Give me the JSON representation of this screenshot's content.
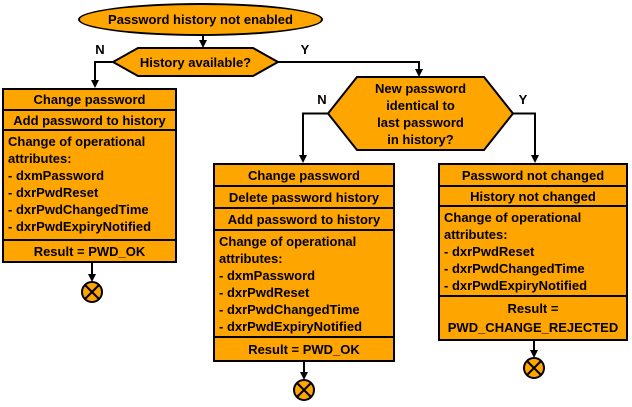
{
  "colors": {
    "shape_fill": "#FFA500",
    "line": "#000000",
    "text": "#000000",
    "background": "#FFFFFF"
  },
  "start_node": {
    "label": "Password history not enabled"
  },
  "decision1": {
    "label": "History available?",
    "no": "N",
    "yes": "Y"
  },
  "decision2": {
    "lines": [
      "New password",
      "identical to",
      "last password",
      "in history?"
    ],
    "no": "N",
    "yes": "Y"
  },
  "box_left": {
    "row1": "Change password",
    "row2": "Add password to history",
    "attr_title": "Change of operational attributes:",
    "attr_items": [
      "- dxmPassword",
      "- dxrPwdReset",
      "- dxrPwdChangedTime",
      "- dxrPwdExpiryNotified"
    ],
    "result": "Result = PWD_OK"
  },
  "box_middle": {
    "row1": "Change password",
    "row2": "Delete password history",
    "row3": "Add password to history",
    "attr_title": "Change of operational attributes:",
    "attr_items": [
      "- dxmPassword",
      "- dxrPwdReset",
      "- dxrPwdChangedTime",
      "- dxrPwdExpiryNotified"
    ],
    "result": "Result = PWD_OK"
  },
  "box_right": {
    "row1": "Password not changed",
    "row2": "History not changed",
    "attr_title": "Change of operational attributes:",
    "attr_items": [
      "- dxrPwdReset",
      "- dxrPwdChangedTime",
      "- dxrPwdExpiryNotified"
    ],
    "result": "Result = PWD_CHANGE_REJECTED"
  }
}
